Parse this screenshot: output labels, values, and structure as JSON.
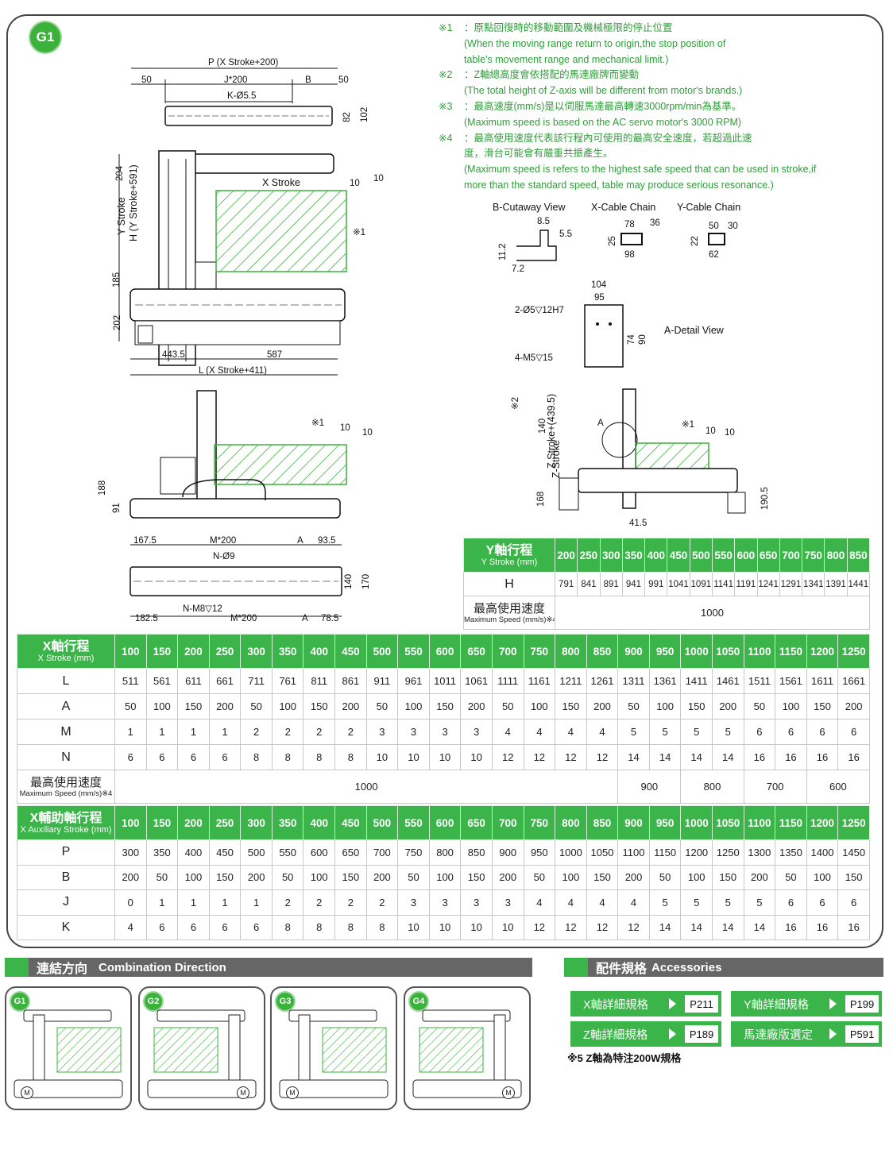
{
  "badge": "G1",
  "notes": [
    {
      "k": "※1",
      "text": "：原點回復時的移動範圍及機械極限的停止位置"
    },
    {
      "k": "",
      "text": "(When the moving range return to origin,the stop position of"
    },
    {
      "k": "",
      "text": "  table's movement range and mechanical limit.)"
    },
    {
      "k": "※2",
      "text": "：Z軸總高度會依搭配的馬達廠牌而變動"
    },
    {
      "k": "",
      "text": "(The total height of  Z-axis will be different from motor's brands.)"
    },
    {
      "k": "※3",
      "text": "：最高速度(mm/s)是以伺服馬達最高轉速3000rpm/min為基準。"
    },
    {
      "k": "",
      "text": "(Maximum speed is based on the AC servo motor's 3000 RPM)"
    },
    {
      "k": "※4",
      "text": "：最高使用速度代表該行程內可使用的最高安全速度，若超過此速"
    },
    {
      "k": "",
      "text": "度，滑台可能會有嚴重共振產生。"
    },
    {
      "k": "",
      "text": "(Maximum speed is refers to the highest safe speed that  can be used in stroke,if"
    },
    {
      "k": "",
      "text": "more than the standard speed, table may produce serious resonance.)"
    }
  ],
  "dims": {
    "p_label": "P (X Stroke+200)",
    "d50a": "50",
    "j200": "J*200",
    "b": "B",
    "d50b": "50",
    "k55": "K-Ø5.5",
    "d82": "82",
    "d102": "102",
    "d204": "204",
    "xstroke": "X Stroke",
    "d10a": "10",
    "d10b": "10",
    "x1a": "※1",
    "ystroke": "Y Stroke",
    "h_label": "H (Y Stroke+591)",
    "d185": "185",
    "d202": "202",
    "d4435": "443.5",
    "d587": "587",
    "l_label": "L (X Stroke+411)",
    "x1b": "※1",
    "d10c": "10",
    "d10d": "10",
    "d188": "188",
    "d91": "91",
    "d1675": "167.5",
    "m200a": "M*200",
    "a1": "A",
    "d935": "93.5",
    "n9": "N-Ø9",
    "d140": "140",
    "d170": "170",
    "nm8": "N-M8▽12",
    "d1825": "182.5",
    "m200b": "M*200",
    "a2": "A",
    "d785": "78.5",
    "bcut": "B-Cutaway View",
    "xcab": "X-Cable Chain",
    "ycab": "Y-Cable Chain",
    "d85": "8.5",
    "d55": "5.5",
    "d112": "11.2",
    "d72": "7.2",
    "d78": "78",
    "d36": "36",
    "d25": "25",
    "d98": "98",
    "d50c": "50",
    "d30": "30",
    "d22": "22",
    "d62": "62",
    "d104": "104",
    "d95": "95",
    "h2": "2-Ø5▽12H7",
    "m5": "4-M5▽15",
    "d74": "74",
    "d90": "90",
    "adet": "A-Detail View",
    "x2": "※2",
    "zlabel": "Z Stroke+(439.5)",
    "zstroke": "Z-Stroke",
    "d140b": "140",
    "d168": "168",
    "aa": "A",
    "x1c": "※1",
    "d10e": "10",
    "d10f": "10",
    "d1905": "190.5",
    "d415": "41.5"
  },
  "ytable": {
    "head1": "Y軸行程",
    "head2": "Y Stroke (mm)",
    "strokes": [
      "200",
      "250",
      "300",
      "350",
      "400",
      "450",
      "500",
      "550",
      "600",
      "650",
      "700",
      "750",
      "800",
      "850"
    ],
    "h_label": "H",
    "h": [
      "791",
      "841",
      "891",
      "941",
      "991",
      "1041",
      "1091",
      "1141",
      "1191",
      "1241",
      "1291",
      "1341",
      "1391",
      "1441"
    ],
    "speed_label1": "最高使用速度",
    "speed_label2": "Maximum Speed (mm/s)※4",
    "speed": "1000"
  },
  "xtable": {
    "head1": "X軸行程",
    "head2": "X Stroke (mm)",
    "strokes": [
      "100",
      "150",
      "200",
      "250",
      "300",
      "350",
      "400",
      "450",
      "500",
      "550",
      "600",
      "650",
      "700",
      "750",
      "800",
      "850",
      "900",
      "950",
      "1000",
      "1050",
      "1100",
      "1150",
      "1200",
      "1250"
    ],
    "rows": [
      {
        "label": "L",
        "values": [
          "511",
          "561",
          "611",
          "661",
          "711",
          "761",
          "811",
          "861",
          "911",
          "961",
          "1011",
          "1061",
          "1111",
          "1161",
          "1211",
          "1261",
          "1311",
          "1361",
          "1411",
          "1461",
          "1511",
          "1561",
          "1611",
          "1661"
        ]
      },
      {
        "label": "A",
        "values": [
          "50",
          "100",
          "150",
          "200",
          "50",
          "100",
          "150",
          "200",
          "50",
          "100",
          "150",
          "200",
          "50",
          "100",
          "150",
          "200",
          "50",
          "100",
          "150",
          "200",
          "50",
          "100",
          "150",
          "200"
        ]
      },
      {
        "label": "M",
        "values": [
          "1",
          "1",
          "1",
          "1",
          "2",
          "2",
          "2",
          "2",
          "3",
          "3",
          "3",
          "3",
          "4",
          "4",
          "4",
          "4",
          "5",
          "5",
          "5",
          "5",
          "6",
          "6",
          "6",
          "6"
        ]
      },
      {
        "label": "N",
        "values": [
          "6",
          "6",
          "6",
          "6",
          "8",
          "8",
          "8",
          "8",
          "10",
          "10",
          "10",
          "10",
          "12",
          "12",
          "12",
          "12",
          "14",
          "14",
          "14",
          "14",
          "16",
          "16",
          "16",
          "16"
        ]
      }
    ],
    "speed_label1": "最高使用速度",
    "speed_label2": "Maximum Speed (mm/s)※4",
    "speeds": [
      {
        "v": "1000",
        "span": 16
      },
      {
        "v": "900",
        "span": 2
      },
      {
        "v": "800",
        "span": 2
      },
      {
        "v": "700",
        "span": 2
      },
      {
        "v": "600",
        "span": 2
      }
    ]
  },
  "auxtable": {
    "head1": "X輔助軸行程",
    "head2": "X Auxiliary Stroke (mm)",
    "strokes": [
      "100",
      "150",
      "200",
      "250",
      "300",
      "350",
      "400",
      "450",
      "500",
      "550",
      "600",
      "650",
      "700",
      "750",
      "800",
      "850",
      "900",
      "950",
      "1000",
      "1050",
      "1100",
      "1150",
      "1200",
      "1250"
    ],
    "rows": [
      {
        "label": "P",
        "values": [
          "300",
          "350",
          "400",
          "450",
          "500",
          "550",
          "600",
          "650",
          "700",
          "750",
          "800",
          "850",
          "900",
          "950",
          "1000",
          "1050",
          "1100",
          "1150",
          "1200",
          "1250",
          "1300",
          "1350",
          "1400",
          "1450"
        ]
      },
      {
        "label": "B",
        "values": [
          "200",
          "50",
          "100",
          "150",
          "200",
          "50",
          "100",
          "150",
          "200",
          "50",
          "100",
          "150",
          "200",
          "50",
          "100",
          "150",
          "200",
          "50",
          "100",
          "150",
          "200",
          "50",
          "100",
          "150"
        ]
      },
      {
        "label": "J",
        "values": [
          "0",
          "1",
          "1",
          "1",
          "1",
          "2",
          "2",
          "2",
          "2",
          "3",
          "3",
          "3",
          "3",
          "4",
          "4",
          "4",
          "4",
          "5",
          "5",
          "5",
          "5",
          "6",
          "6",
          "6"
        ]
      },
      {
        "label": "K",
        "values": [
          "4",
          "6",
          "6",
          "6",
          "6",
          "8",
          "8",
          "8",
          "8",
          "10",
          "10",
          "10",
          "10",
          "12",
          "12",
          "12",
          "12",
          "14",
          "14",
          "14",
          "14",
          "16",
          "16",
          "16"
        ]
      }
    ]
  },
  "combo": {
    "title_cn": "連結方向",
    "title_en": "Combination Direction",
    "items": [
      "G1",
      "G2",
      "G3",
      "G4"
    ],
    "motor": "M"
  },
  "accessories": {
    "title_cn": "配件規格",
    "title_en": "Accessories",
    "buttons": [
      {
        "label": "X軸詳細規格",
        "page": "P211"
      },
      {
        "label": "Y軸詳細規格",
        "page": "P199"
      },
      {
        "label": "Z軸詳細規格",
        "page": "P189"
      },
      {
        "label": "馬達廠版選定",
        "page": "P591"
      }
    ],
    "footnote": "※5  Z軸為特注200W規格"
  },
  "colors": {
    "green": "#3bb54a",
    "hatch": "#3cb13c",
    "bar": "#666666"
  }
}
